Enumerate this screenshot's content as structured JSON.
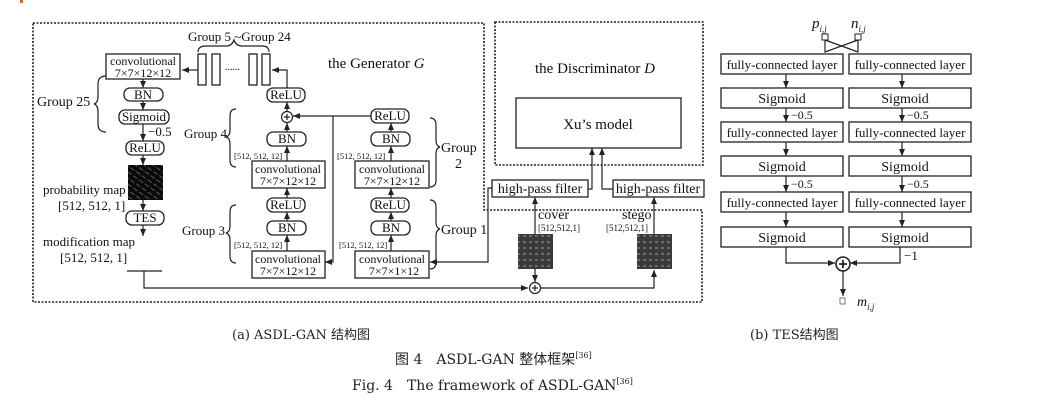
{
  "generator": {
    "title": "the Generator",
    "title_var": "G",
    "group_range_label": "Group 5 ~Group 24",
    "group25_label": "Group 25",
    "group4_label": "Group 4",
    "group3_label": "Group 3",
    "group2_label": "Group",
    "group2_num": "2",
    "group1_label": "Group 1",
    "conv_label": "convolutional",
    "conv_dims_12": "7×7×12×12",
    "conv_dims_1": "7×7×1×12",
    "bn": "BN",
    "relu": "ReLU",
    "sigmoid": "Sigmoid",
    "minus_half": "−0.5",
    "tes": "TES",
    "shape_label": "[512, 512, 12]",
    "probability_map": "probability map",
    "probability_shape": "[512, 512, 1]",
    "modification_map": "modification map",
    "modification_shape": "[512, 512, 1]",
    "ellipsis": "......"
  },
  "discriminator": {
    "title": "the Discriminator",
    "title_var": "D",
    "model": "Xu’s model",
    "hpf": "high-pass filter",
    "cover": "cover",
    "cover_shape": "[512,512,1]",
    "stego": "stego",
    "stego_shape": "[512,512,1]"
  },
  "tes": {
    "input_p": "p",
    "input_n": "n",
    "subscript": "i,j",
    "fc": "fully-connected layer",
    "sigmoid": "Sigmoid",
    "minus_half": "−0.5",
    "minus_one": "−1",
    "output": "m"
  },
  "captions": {
    "sub_a": "(a) ASDL-GAN 结构图",
    "sub_b": "(b) TES结构图",
    "fig_cn": "图 4　ASDL-GAN 整体框架",
    "fig_en": "Fig. 4　The framework of ASDL-GAN",
    "ref": "[36]"
  }
}
